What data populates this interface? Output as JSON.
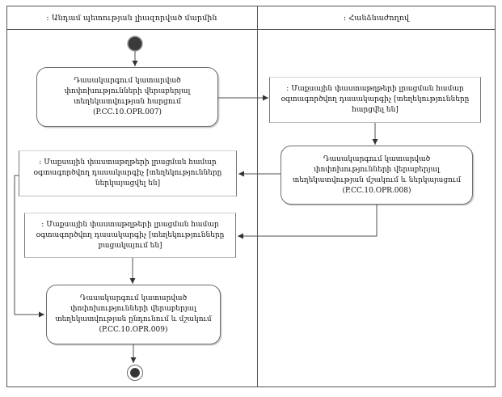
{
  "diagram": {
    "type": "uml-activity-swimlane",
    "lanes": [
      {
        "id": "member-state-authorized-body",
        "label": ": Անդամ պետության լիազորված մարմին"
      },
      {
        "id": "commission",
        "label": ": Հանձնաժողով"
      }
    ],
    "nodes": [
      {
        "id": "action-opr-007",
        "kind": "action",
        "label": "Դասակարգում կատարված փոփոխությունների վերաբերյալ տեղեկատվության հարցում (P.CC.10.OPR.007)"
      },
      {
        "id": "object-classifier-queried",
        "kind": "object",
        "label": ": Մաքսային փաստաթղթերի լրացման համար օգտագործվող դասակարգիչ [տեղեկությունները հարցվել են]"
      },
      {
        "id": "action-opr-008",
        "kind": "action",
        "label": "Դասակարգում կատարված փոփոխությունների վերաբերյալ տեղեկատվության մշակում և ներկայացում (P.CC.10.OPR.008)"
      },
      {
        "id": "object-classifier-submitted",
        "kind": "object",
        "label": ": Մաքսային փաստաթղթերի լրացման համար օգտագործվող դասակարգիչ [տեղեկությունները ներկայացվել են]"
      },
      {
        "id": "object-classifier-missing",
        "kind": "object",
        "label": ": Մաքսային փաստաթղթերի լրացման համար օգտագործվող դասակարգիչ [տեղեկությունները բացակայում են]"
      },
      {
        "id": "action-opr-009",
        "kind": "action",
        "label": "Դասակարգում կատարված փոփոխությունների վերաբերյալ տեղեկատվության ընդունում և մշակում (P.CC.10.OPR.009)"
      }
    ],
    "colors": {
      "line": "#4f4f4f",
      "action_border": "#6e6e6e",
      "object_border": "#787878",
      "fill": "#ffffff",
      "text": "#111111"
    }
  }
}
